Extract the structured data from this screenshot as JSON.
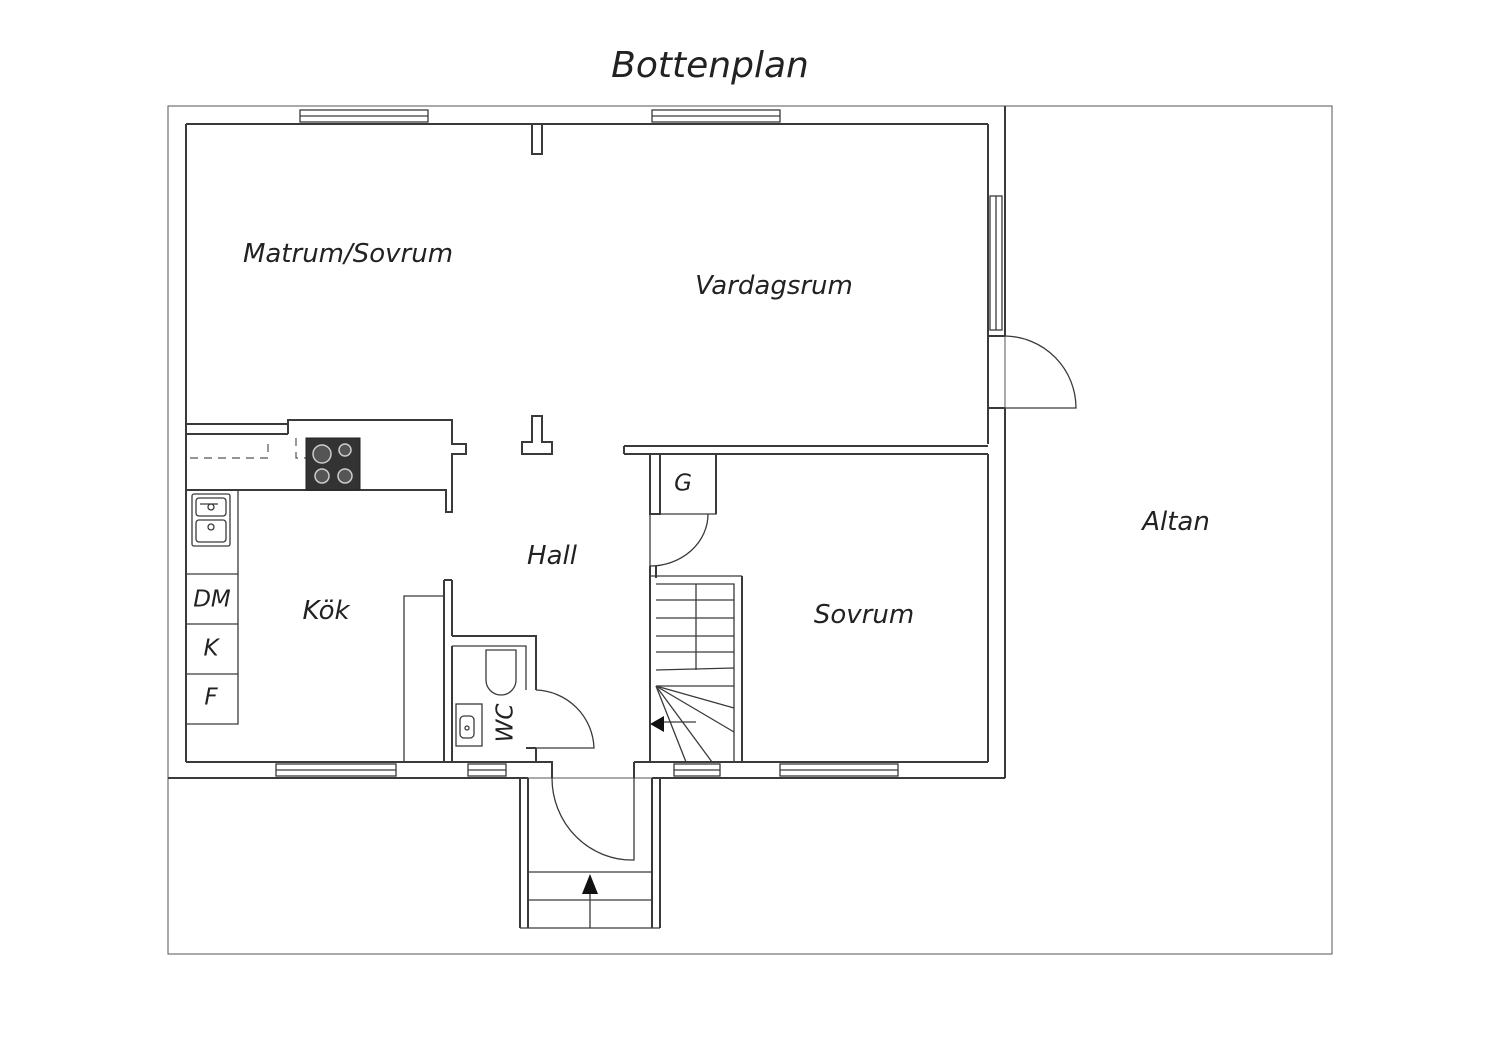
{
  "title": "Bottenplan",
  "rooms": {
    "matrum": "Matrum/Sovrum",
    "vardagsrum": "Vardagsrum",
    "altan": "Altan",
    "hall": "Hall",
    "kok": "Kök",
    "sovrum": "Sovrum",
    "wc": "WC",
    "g": "G"
  },
  "appliances": {
    "dm": "DM",
    "k": "K",
    "f": "F"
  }
}
